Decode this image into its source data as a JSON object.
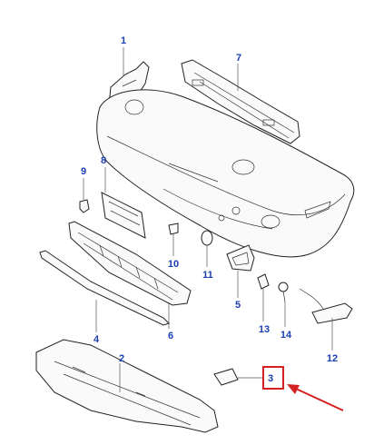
{
  "callouts": {
    "c1": "1",
    "c2": "2",
    "c3": "3",
    "c4": "4",
    "c5": "5",
    "c6": "6",
    "c7": "7",
    "c8": "8",
    "c9": "9",
    "c10": "10",
    "c11": "11",
    "c12": "12",
    "c13": "13",
    "c14": "14"
  },
  "highlighted_callout": "3",
  "colors": {
    "callout_text": "#1a3fb0",
    "highlight_box": "#d42020",
    "arrow": "#d42020",
    "line_art": "#222222"
  }
}
